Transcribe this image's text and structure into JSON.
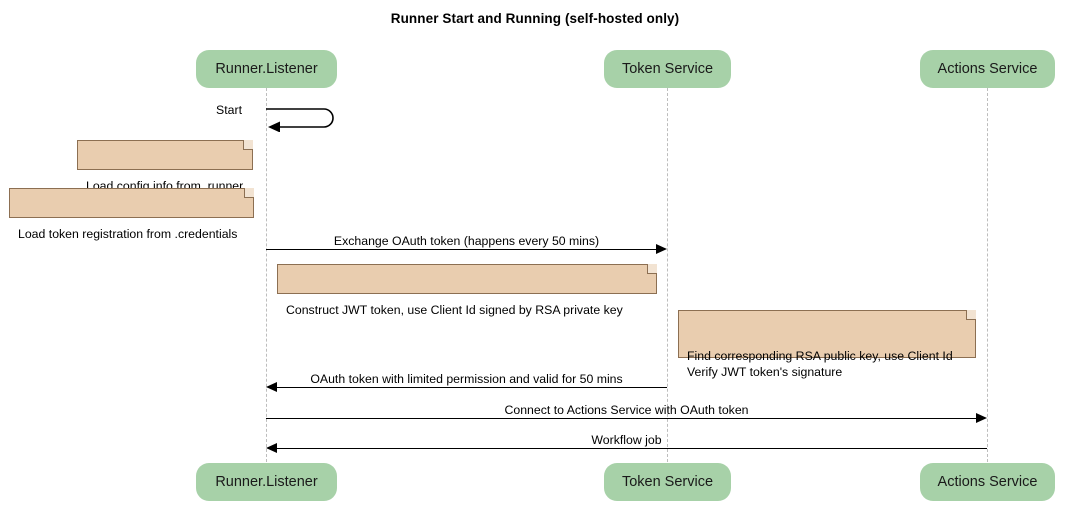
{
  "title": "Runner Start and Running (self-hosted only)",
  "colors": {
    "participant_fill": "#a7d1a8",
    "note_fill": "#e9cdaf",
    "note_border": "#8c6f52",
    "lifeline": "#bdbdbd",
    "arrow": "#000000",
    "background": "#ffffff"
  },
  "participants": [
    {
      "id": "runner",
      "label": "Runner.Listener"
    },
    {
      "id": "token",
      "label": "Token Service"
    },
    {
      "id": "actions",
      "label": "Actions Service"
    }
  ],
  "messages": [
    {
      "id": "start",
      "label": "Start",
      "kind": "self",
      "from": "runner",
      "to": "runner"
    },
    {
      "id": "exchange",
      "label": "Exchange OAuth token (happens every 50 mins)",
      "kind": "sync",
      "from": "runner",
      "to": "token",
      "direction": "right"
    },
    {
      "id": "oauth-return",
      "label": "OAuth token with limited permission and valid for 50 mins",
      "kind": "sync",
      "from": "token",
      "to": "runner",
      "direction": "left"
    },
    {
      "id": "connect",
      "label": "Connect to Actions Service with OAuth token",
      "kind": "sync",
      "from": "runner",
      "to": "actions",
      "direction": "right"
    },
    {
      "id": "workflow-job",
      "label": "Workflow job",
      "kind": "sync",
      "from": "actions",
      "to": "runner",
      "direction": "left"
    }
  ],
  "notes": [
    {
      "id": "note-config",
      "label": "Load config info from .runner"
    },
    {
      "id": "note-credentials",
      "label": "Load token registration from .credentials"
    },
    {
      "id": "note-jwt",
      "label": "Construct JWT token, use Client Id signed by RSA private key"
    },
    {
      "id": "note-verify",
      "label": "Find corresponding RSA public key, use Client Id\nVerify JWT token's signature"
    }
  ]
}
